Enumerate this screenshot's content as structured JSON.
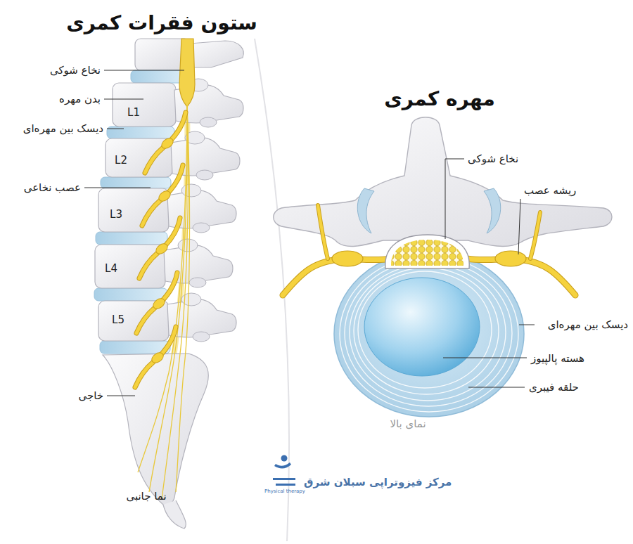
{
  "diagram": {
    "title": "ستون فقرات کمری",
    "labels": [
      "مهره کمری",
      "نخاع شوکی",
      "بدن مهره",
      "دیسک بین مهره‌ای",
      "عصب نخاعی",
      "L1",
      "L2",
      "L3",
      "L4",
      "L5",
      "خاجی",
      "نما جانبی",
      "نخاع شوکی",
      "ریشه عصب",
      "دیسک بین مهره‌ای",
      "هسته پالپیوز",
      "حلقه فیبری",
      "نمای بالا",
      "Physical therapy",
      "مرکز فیزوتراپی سبلان شرق"
    ]
  }
}
